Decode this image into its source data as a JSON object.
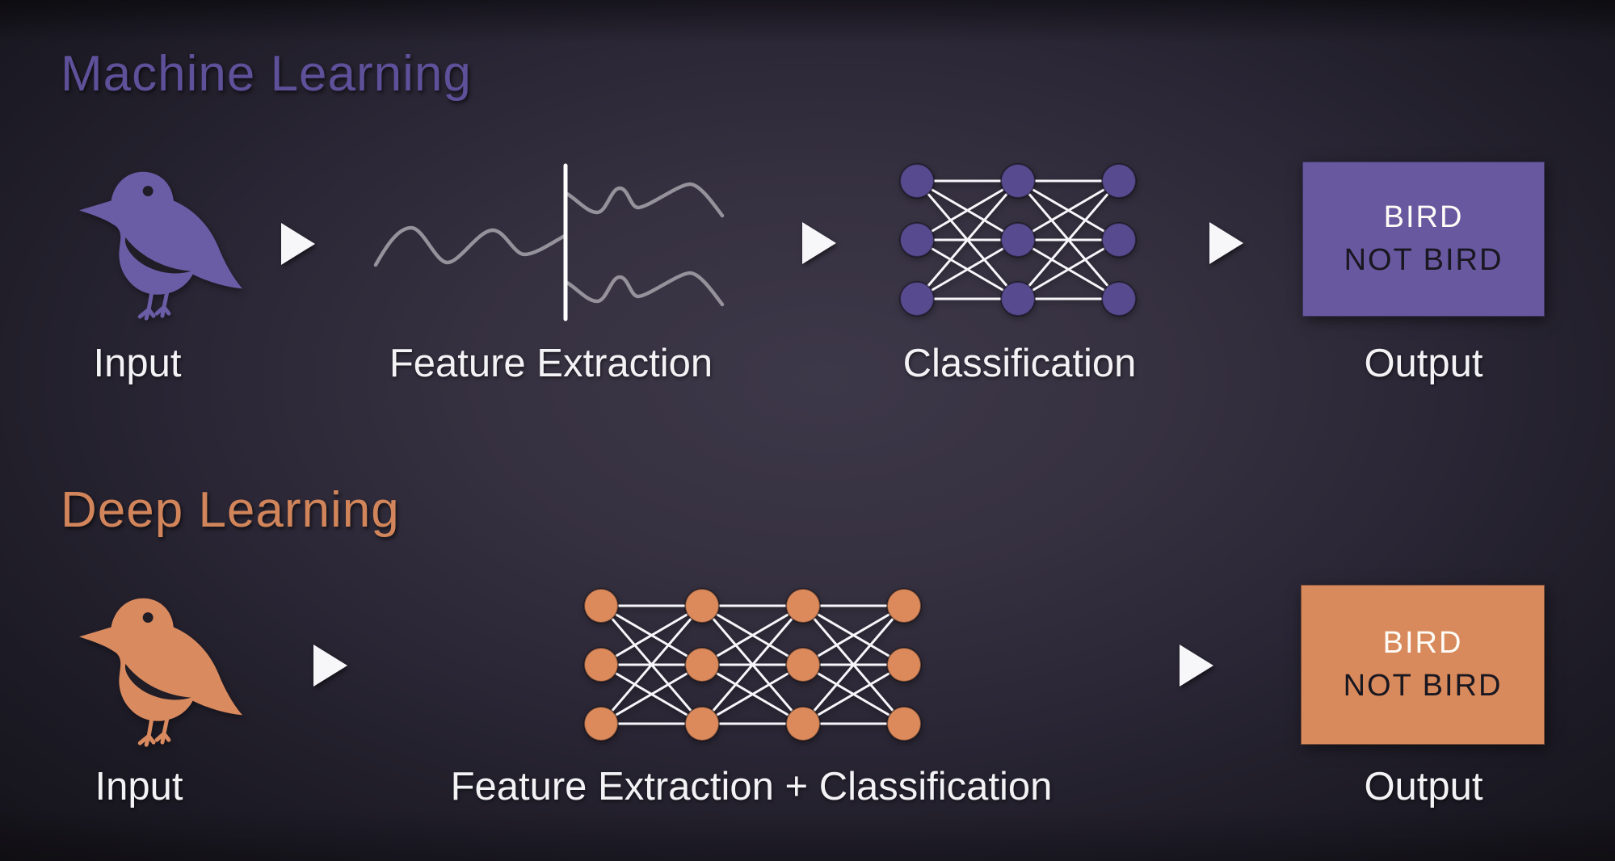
{
  "machine_learning": {
    "title": "Machine Learning",
    "title_color": "#5e5099",
    "bird_color": "#6b5ca6",
    "box_color": "#67589f",
    "steps": {
      "input": "Input",
      "feature_extraction": "Feature Extraction",
      "classification": "Classification",
      "output": "Output"
    },
    "output_box": {
      "line1": "BIRD",
      "line2": "NOT BIRD"
    },
    "network": {
      "columns": 3,
      "rows": 3,
      "node_color": "#584a8e"
    }
  },
  "deep_learning": {
    "title": "Deep Learning",
    "title_color": "#d2855a",
    "bird_color": "#d98a5f",
    "box_color": "#d98a5c",
    "steps": {
      "input": "Input",
      "feature_extraction_classification": "Feature Extraction + Classification",
      "output": "Output"
    },
    "output_box": {
      "line1": "BIRD",
      "line2": "NOT BIRD"
    },
    "network": {
      "columns": 4,
      "rows": 3,
      "node_color": "#dc8a5b"
    }
  },
  "graphics": {
    "wave_color": "#95929b",
    "connection_color": "#f7f6fa",
    "arrow_color": "#f7f6f8"
  }
}
